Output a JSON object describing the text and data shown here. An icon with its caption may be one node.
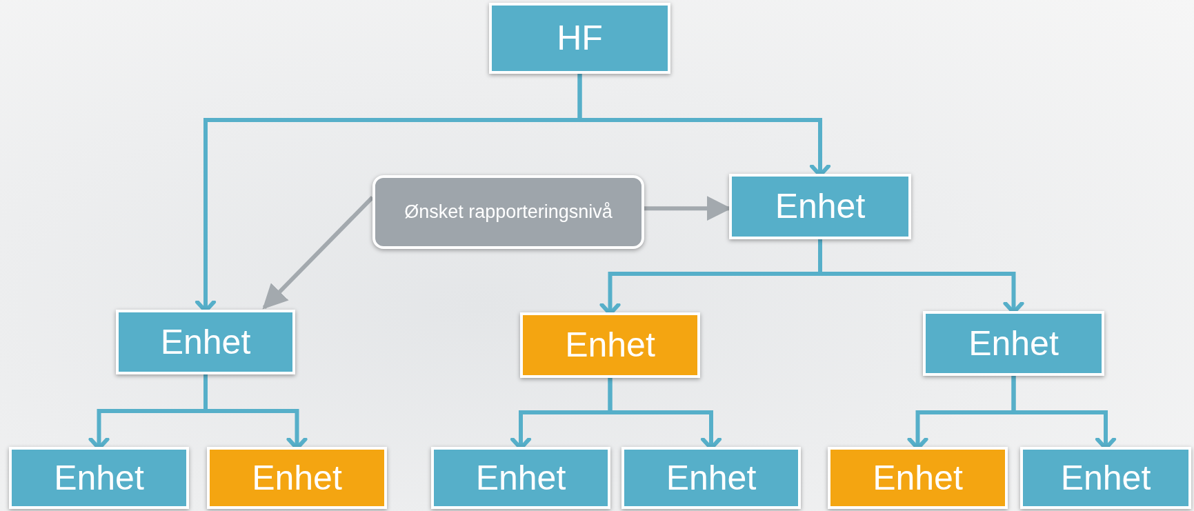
{
  "diagram": {
    "nodes": [
      {
        "text": [
          "HF"
        ]
      },
      {
        "text": [
          "Enhet"
        ]
      },
      {
        "text": [
          "Ønsket rapporteringsnivå"
        ]
      },
      {
        "text": [
          "Enhet"
        ]
      },
      {
        "text": [
          "Enhet"
        ]
      },
      {
        "text": [
          "Enhet"
        ]
      },
      {
        "text": [
          "Enhet"
        ]
      },
      {
        "text": [
          "Enhet"
        ]
      },
      {
        "text": [
          "Enhet"
        ]
      },
      {
        "text": [
          "Enhet"
        ]
      },
      {
        "text": [
          "Enhet"
        ]
      },
      {
        "text": [
          "Enhet"
        ]
      }
    ],
    "edges": [
      {
        "from": 0,
        "to": 3,
        "arrow": "to"
      },
      {
        "from": 0,
        "to": 1,
        "arrow": "to"
      },
      {
        "from": 2,
        "to": 1,
        "arrow": "to",
        "color": "#a3a9ae"
      },
      {
        "from": 2,
        "to": 3,
        "arrow": "to",
        "color": "#a3a9ae"
      },
      {
        "from": 1,
        "to": 4,
        "arrow": "to"
      },
      {
        "from": 1,
        "to": 5,
        "arrow": "to"
      },
      {
        "from": 3,
        "to": 6,
        "arrow": "to"
      },
      {
        "from": 3,
        "to": 7,
        "arrow": "to"
      },
      {
        "from": 4,
        "to": 8,
        "arrow": "to"
      },
      {
        "from": 4,
        "to": 9,
        "arrow": "to"
      },
      {
        "from": 5,
        "to": 10,
        "arrow": "to"
      },
      {
        "from": 5,
        "to": 11,
        "arrow": "to"
      }
    ]
  }
}
